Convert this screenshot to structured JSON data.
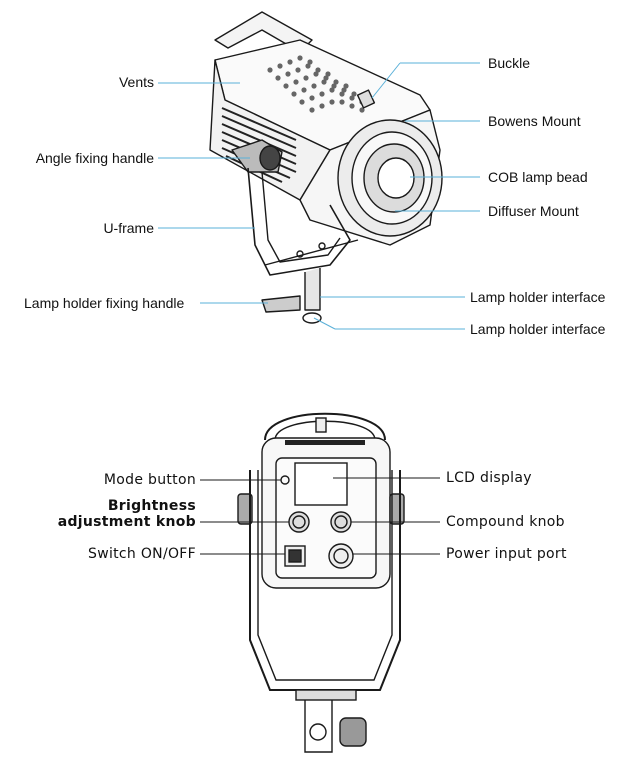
{
  "top_view": {
    "labels": {
      "vents": "Vents",
      "buckle": "Buckle",
      "bowens_mount": "Bowens Mount",
      "angle_fixing_handle": "Angle fixing handle",
      "cob_lamp_bead": "COB lamp bead",
      "diffuser_mount": "Diffuser Mount",
      "u_frame": "U-frame",
      "lamp_holder_fixing_handle": "Lamp holder fixing handle",
      "lamp_holder_interface_1": "Lamp holder interface",
      "lamp_holder_interface_2": "Lamp holder interface"
    }
  },
  "back_view": {
    "labels": {
      "mode_button": "Mode button",
      "lcd_display": "LCD display",
      "brightness_line1": "Brightness",
      "brightness_line2": "adjustment knob",
      "compound_knob": "Compound knob",
      "switch_on_off": "Switch ON/OFF",
      "power_input_port": "Power input port"
    }
  },
  "colors": {
    "line": "#1a1a1a",
    "leader": "#5ab0d8"
  }
}
